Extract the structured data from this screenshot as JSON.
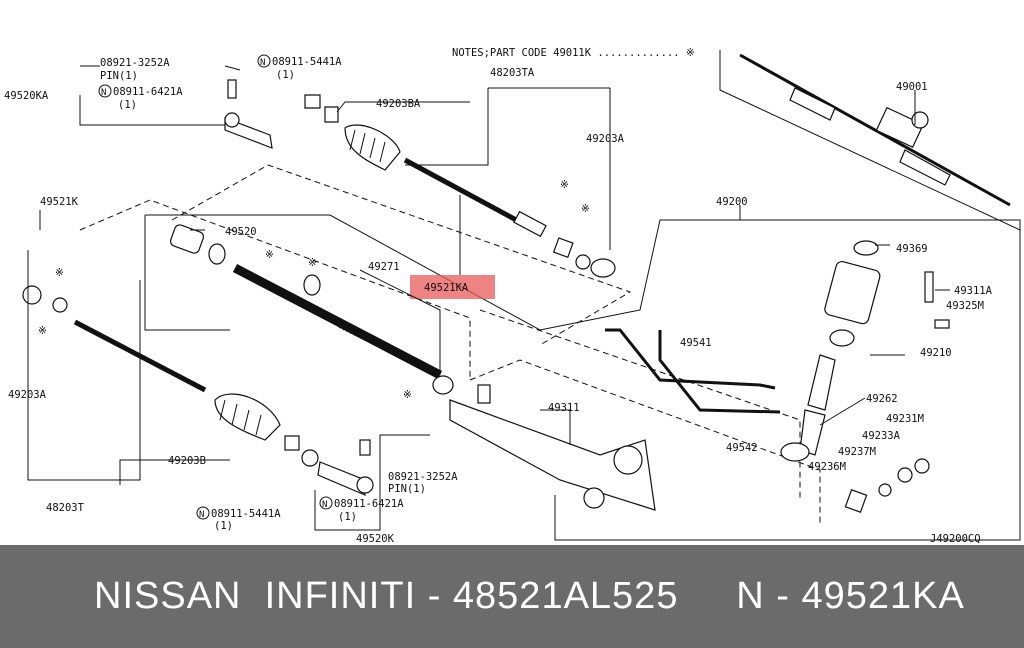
{
  "diagram": {
    "code": "J49200CQ",
    "notes": "NOTES;PART CODE 49011K ............. ※",
    "labels": {
      "l08921_top": "08921-3252A",
      "pin_top": "PIN(1)",
      "n08911_5441_top": "08911-5441A",
      "qty_5441_top": "(1)",
      "l49520KA": "49520KA",
      "n08911_6421_top": "08911-6421A",
      "qty_6421_top": "(1)",
      "l48203TA": "48203TA",
      "l49203BA": "49203BA",
      "l49203A_right": "49203A",
      "l49001": "49001",
      "l49521K": "49521K",
      "l49520": "49520",
      "l49271": "49271",
      "l49521KA": "49521KA",
      "l49200": "49200",
      "l49369": "49369",
      "l49311A": "49311A",
      "l49325M": "49325M",
      "l49541": "49541",
      "l49210": "49210",
      "l49203A_left": "49203A",
      "l49311": "49311",
      "l49262": "49262",
      "l49231M": "49231M",
      "l49233A": "49233A",
      "l49542": "49542",
      "l49237M": "49237M",
      "l49236M": "49236M",
      "l49203B": "49203B",
      "l48203T": "48203T",
      "l08921_bot": "08921-3252A",
      "pin_bot": "PIN(1)",
      "n08911_6421_bot": "08911-6421A",
      "qty_6421_bot": "(1)",
      "n08911_5441_bot": "08911-5441A",
      "qty_5441_bot": "(1)",
      "l49520K": "49520K",
      "n_mark": "N",
      "ref_mark": "※"
    }
  },
  "footer": {
    "caption": "NISSAN  INFINITI - 48521AL525     N - 49521KA"
  }
}
